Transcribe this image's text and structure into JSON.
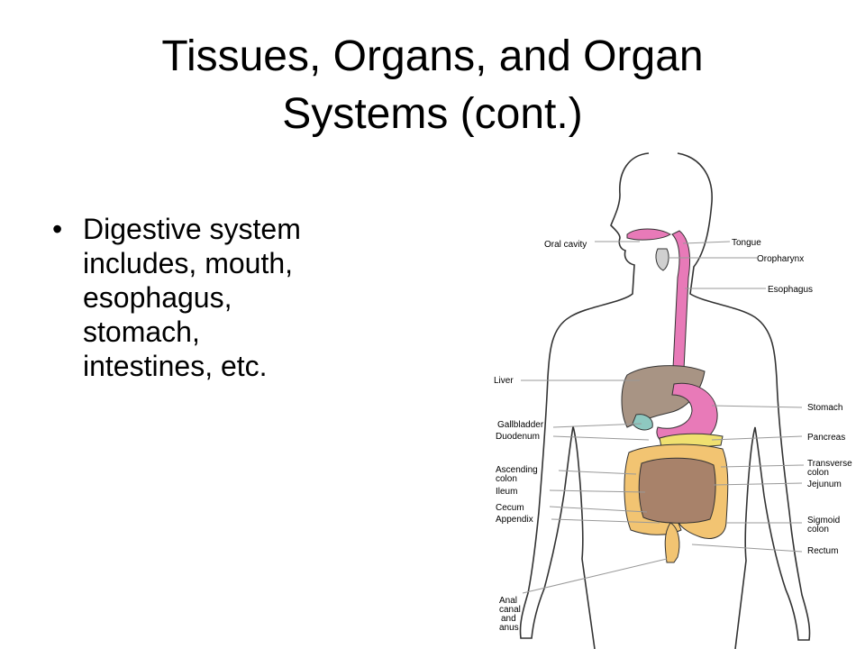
{
  "slide": {
    "title_line1": "Tissues, Organs, and Organ",
    "title_line2": "Systems (cont.)",
    "bullet_char": "•",
    "bullet_lines": [
      "Digestive system",
      "includes, mouth,",
      "esophagus,",
      "stomach,",
      "intestines, etc."
    ]
  },
  "diagram": {
    "labels_left": {
      "oral_cavity": "Oral cavity",
      "liver": "Liver",
      "gallbladder": "Gallbladder",
      "duodenum": "Duodenum",
      "ascending_colon_1": "Ascending",
      "ascending_colon_2": "colon",
      "ileum": "Ileum",
      "cecum": "Cecum",
      "appendix": "Appendix",
      "anal_1": "Anal",
      "anal_2": "canal",
      "anal_3": "and",
      "anal_4": "anus"
    },
    "labels_right": {
      "tongue": "Tongue",
      "oropharynx": "Oropharynx",
      "esophagus": "Esophagus",
      "stomach": "Stomach",
      "pancreas": "Pancreas",
      "transverse_colon_1": "Transverse",
      "transverse_colon_2": "colon",
      "jejunum": "Jejunum",
      "sigmoid_colon_1": "Sigmoid",
      "sigmoid_colon_2": "colon",
      "rectum": "Rectum"
    },
    "colors": {
      "esophagus_stomach": "#e87ab8",
      "liver": "#a89484",
      "gallbladder": "#8ec8c0",
      "intestine": "#f2c472",
      "small_intestine": "#a8826a",
      "pancreas": "#f0e070",
      "outline": "#333333",
      "leader": "#999999"
    }
  }
}
